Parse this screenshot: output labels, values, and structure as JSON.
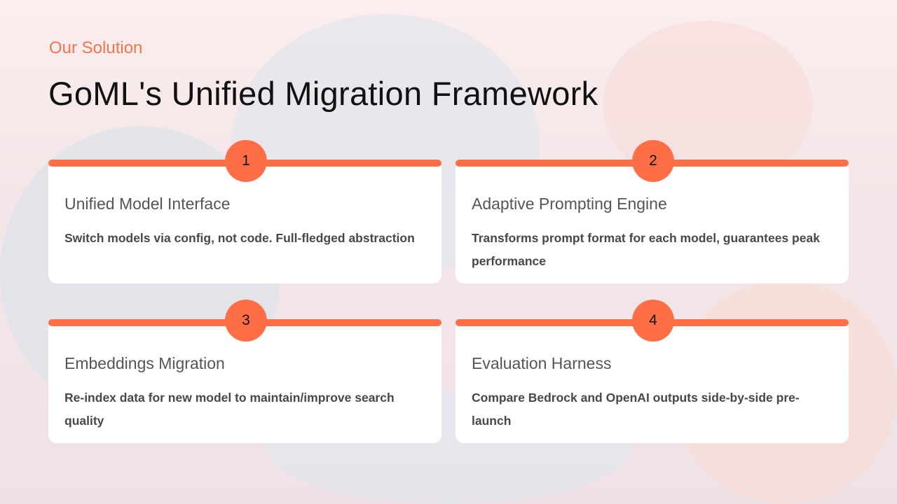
{
  "header": {
    "eyebrow": "Our Solution",
    "title": "GoML's Unified Migration Framework"
  },
  "cards": [
    {
      "number": "1",
      "title": "Unified Model Interface",
      "body": "Switch models via config, not code. Full-fledged abstraction"
    },
    {
      "number": "2",
      "title": "Adaptive Prompting Engine",
      "body": "Transforms prompt format for each model, guarantees peak performance"
    },
    {
      "number": "3",
      "title": "Embeddings Migration",
      "body": "Re-index data for new model to maintain/improve search quality"
    },
    {
      "number": "4",
      "title": "Evaluation Harness",
      "body": "Compare Bedrock and OpenAI outputs side-by-side pre-launch"
    }
  ],
  "colors": {
    "accent": "#ff6f47",
    "eyebrow": "#f2744e",
    "title": "#111111"
  }
}
